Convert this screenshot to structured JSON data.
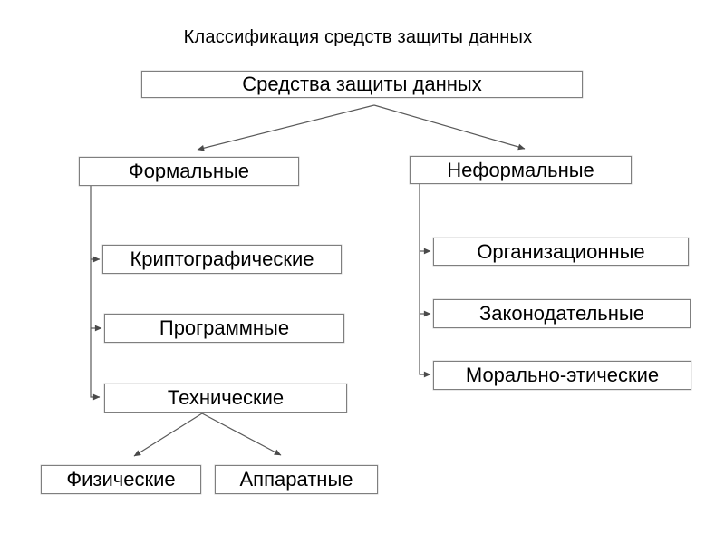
{
  "title": "Классификация средств защиты данных",
  "diagram": {
    "type": "classification-tree",
    "nodes": [
      {
        "id": "root",
        "label": "Средства защиты данных"
      },
      {
        "id": "formal",
        "label": "Формальные"
      },
      {
        "id": "informal",
        "label": "Неформальные"
      },
      {
        "id": "cryptographic",
        "label": "Криптографические"
      },
      {
        "id": "software",
        "label": "Программные"
      },
      {
        "id": "technical",
        "label": "Технические"
      },
      {
        "id": "physical",
        "label": "Физические"
      },
      {
        "id": "hardware",
        "label": "Аппаратные"
      },
      {
        "id": "organizational",
        "label": "Организационные"
      },
      {
        "id": "legislative",
        "label": "Законодательные"
      },
      {
        "id": "moral_ethical",
        "label": "Морально-этические"
      }
    ],
    "edges": [
      {
        "from": "root",
        "to": "formal"
      },
      {
        "from": "root",
        "to": "informal"
      },
      {
        "from": "formal",
        "to": "cryptographic"
      },
      {
        "from": "formal",
        "to": "software"
      },
      {
        "from": "formal",
        "to": "technical"
      },
      {
        "from": "technical",
        "to": "physical"
      },
      {
        "from": "technical",
        "to": "hardware"
      },
      {
        "from": "informal",
        "to": "organizational"
      },
      {
        "from": "informal",
        "to": "legislative"
      },
      {
        "from": "informal",
        "to": "moral_ethical"
      }
    ]
  },
  "colors": {
    "background": "#ffffff",
    "box_fill": "#ffffff",
    "box_border": "#7f7f7f",
    "line": "#595959",
    "text": "#000000"
  }
}
